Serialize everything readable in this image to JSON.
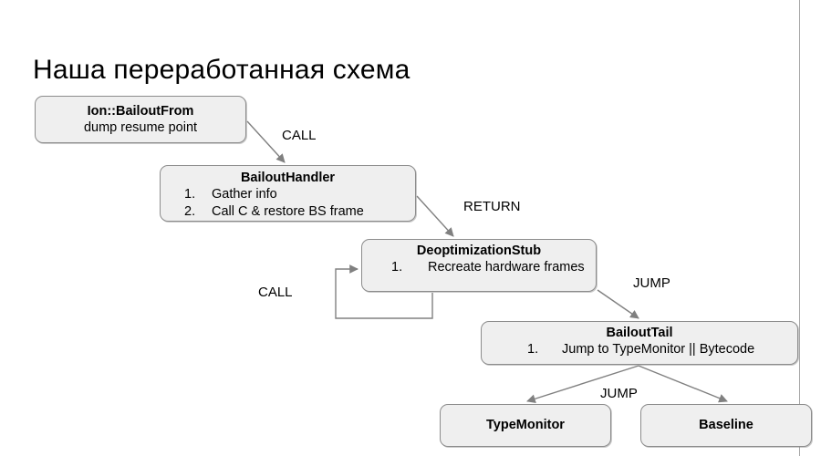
{
  "slide": {
    "title": "Наша переработанная схема"
  },
  "diagram": {
    "nodes": {
      "bailout_from": {
        "name": "Ion::BailoutFrom",
        "subtitle": "dump resume point"
      },
      "bailout_handler": {
        "name": "BailoutHandler",
        "steps": [
          {
            "num": "1.",
            "text": "Gather info"
          },
          {
            "num": "2.",
            "text": "Call C & restore BS frame"
          }
        ]
      },
      "deoptimization_stub": {
        "name": "DeoptimizationStub",
        "steps": [
          {
            "num": "1.",
            "text": "Recreate hardware frames"
          }
        ]
      },
      "bailout_tail": {
        "name": "BailoutTail",
        "steps": [
          {
            "num": "1.",
            "text": "Jump to TypeMonitor || Bytecode"
          }
        ]
      },
      "type_monitor": {
        "name": "TypeMonitor"
      },
      "baseline": {
        "name": "Baseline"
      }
    },
    "edges": [
      {
        "id": "call-1",
        "label": "CALL",
        "from": "bailout_from",
        "to": "bailout_handler"
      },
      {
        "id": "return",
        "label": "RETURN",
        "from": "bailout_handler",
        "to": "deoptimization_stub"
      },
      {
        "id": "call-2",
        "label": "CALL",
        "from": "deoptimization_stub",
        "to": "deoptimization_stub"
      },
      {
        "id": "jump-1",
        "label": "JUMP",
        "from": "deoptimization_stub",
        "to": "bailout_tail"
      },
      {
        "id": "jump-2",
        "label": "JUMP",
        "from": "bailout_tail",
        "to": "type_monitor"
      },
      {
        "id": "jump-3",
        "label": "JUMP",
        "from": "bailout_tail",
        "to": "baseline"
      }
    ],
    "colors": {
      "node_fill": "#efefef",
      "node_border": "#8c8c8c",
      "connector": "#808080",
      "text": "#000000"
    }
  }
}
